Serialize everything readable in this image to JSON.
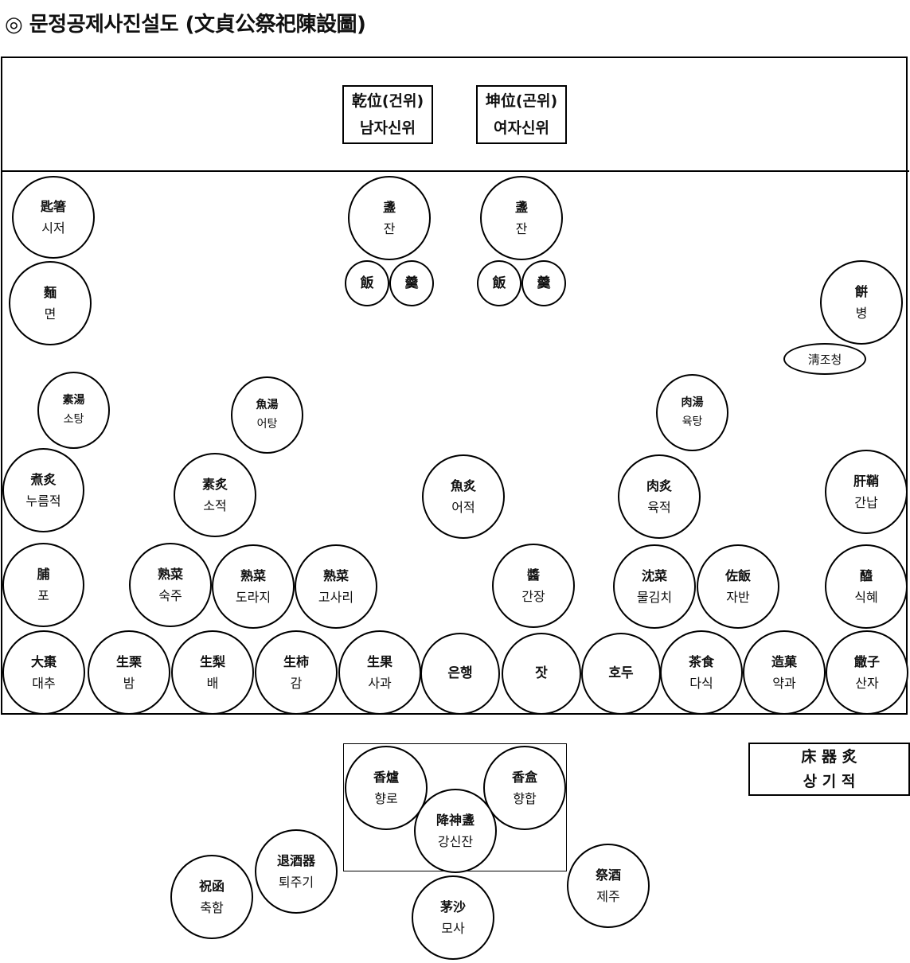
{
  "title": "◎ 문정공제사진설도 (文貞公祭祀陳設圖)",
  "tablets": [
    {
      "hanja": "乾位(건위)",
      "korean": "남자신위"
    },
    {
      "hanja": "坤位(곤위)",
      "korean": "여자신위"
    }
  ],
  "sangjeokgi": {
    "hanja": "床 器 炙",
    "korean": "상 기 적"
  },
  "items": {
    "sijeo": {
      "hanja": "匙箸",
      "korean": "시저"
    },
    "myeon": {
      "hanja": "麵",
      "korean": "면"
    },
    "jan1": {
      "hanja": "盞",
      "korean": "잔"
    },
    "jan2": {
      "hanja": "盞",
      "korean": "잔"
    },
    "ban1": {
      "hanja": "飯"
    },
    "gaeng1": {
      "hanja": "羹"
    },
    "ban2": {
      "hanja": "飯"
    },
    "gaeng2": {
      "hanja": "羹"
    },
    "byeong": {
      "hanja": "餠",
      "korean": "병"
    },
    "jocheong": {
      "label": "淸조청"
    },
    "sotang": {
      "hanja": "素湯",
      "korean": "소탕"
    },
    "eotang": {
      "hanja": "魚湯",
      "korean": "어탕"
    },
    "yuktang": {
      "hanja": "肉湯",
      "korean": "육탕"
    },
    "nureumjeok": {
      "hanja": "煮炙",
      "korean": "누름적"
    },
    "sojeok": {
      "hanja": "素炙",
      "korean": "소적"
    },
    "eojeok": {
      "hanja": "魚炙",
      "korean": "어적"
    },
    "yukjeok": {
      "hanja": "肉炙",
      "korean": "육적"
    },
    "gannap": {
      "hanja": "肝鞘",
      "korean": "간납"
    },
    "po": {
      "hanja": "脯",
      "korean": "포"
    },
    "sukju": {
      "hanja": "熟菜",
      "korean": "숙주"
    },
    "doraji": {
      "hanja": "熟菜",
      "korean": "도라지"
    },
    "gosari": {
      "hanja": "熟菜",
      "korean": "고사리"
    },
    "ganjang": {
      "hanja": "醬",
      "korean": "간장"
    },
    "mulkimchi": {
      "hanja": "沈菜",
      "korean": "물김치"
    },
    "jaban": {
      "hanja": "佐飯",
      "korean": "자반"
    },
    "sikhye": {
      "hanja": "醯",
      "korean": "식혜"
    },
    "daechu": {
      "hanja": "大棗",
      "korean": "대추"
    },
    "bam": {
      "hanja": "生栗",
      "korean": "밤"
    },
    "bae": {
      "hanja": "生梨",
      "korean": "배"
    },
    "gam": {
      "hanja": "生柿",
      "korean": "감"
    },
    "sagwa": {
      "hanja": "生果",
      "korean": "사과"
    },
    "eunhaeng": {
      "korean": "은행"
    },
    "jat": {
      "korean": "잣"
    },
    "hodu": {
      "korean": "호두"
    },
    "dasik": {
      "hanja": "茶食",
      "korean": "다식"
    },
    "yakgwa": {
      "hanja": "造菓",
      "korean": "약과"
    },
    "sanja": {
      "hanja": "饊子",
      "korean": "산자"
    },
    "hyangno": {
      "hanja": "香爐",
      "korean": "향로"
    },
    "hyanghap": {
      "hanja": "香盒",
      "korean": "향합"
    },
    "gangsinjan": {
      "hanja": "降神盞",
      "korean": "강신잔"
    },
    "toejugi": {
      "hanja": "退酒器",
      "korean": "퇴주기"
    },
    "chukham": {
      "hanja": "祝函",
      "korean": "축함"
    },
    "mosa": {
      "hanja": "茅沙",
      "korean": "모사"
    },
    "jeju": {
      "hanja": "祭酒",
      "korean": "제주"
    }
  }
}
